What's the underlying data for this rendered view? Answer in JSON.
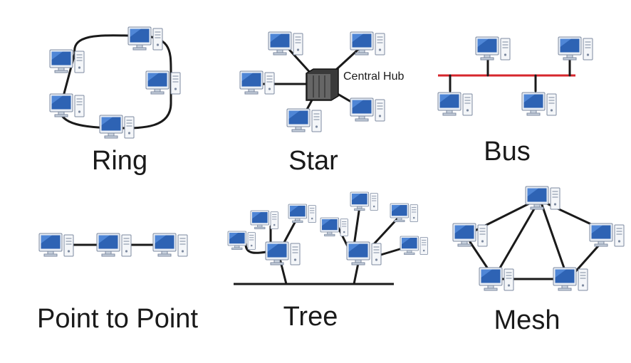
{
  "topologies": {
    "ring": {
      "label": "Ring"
    },
    "star": {
      "label": "Star",
      "hub_label": "Central Hub"
    },
    "bus": {
      "label": "Bus"
    },
    "point_to_point": {
      "label": "Point to Point"
    },
    "tree": {
      "label": "Tree"
    },
    "mesh": {
      "label": "Mesh"
    }
  },
  "colors": {
    "link": "#1a1a1a",
    "bus_line": "#d6262c",
    "screen": "#2e63b4",
    "hub": "#3a3a3a"
  },
  "icons": [
    "computer-icon",
    "central-hub-icon"
  ]
}
